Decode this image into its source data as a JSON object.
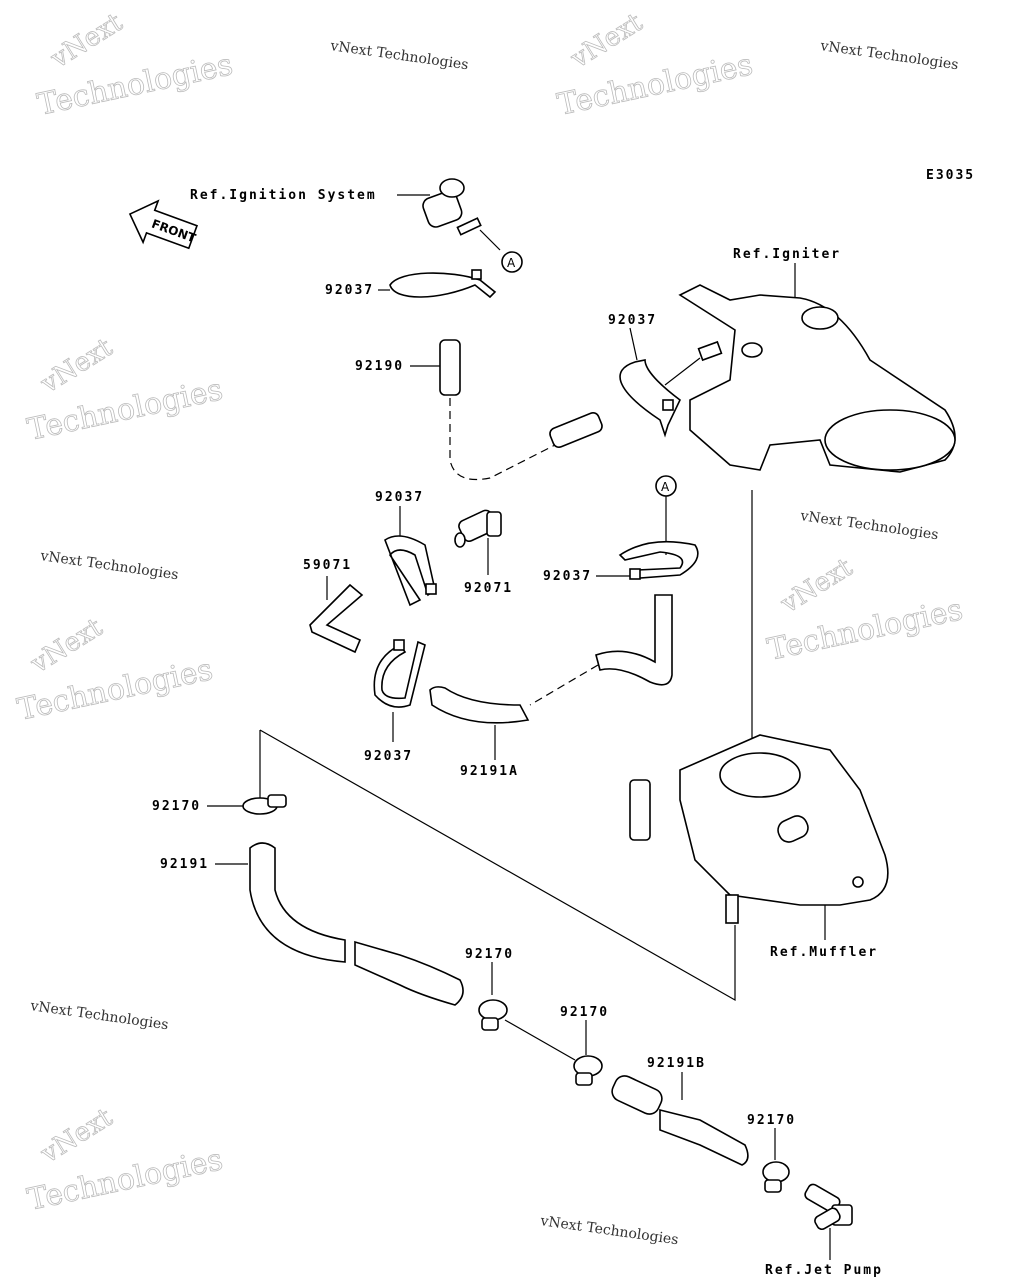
{
  "diagram_code": "E3035",
  "front_label": "FRONT",
  "callout_marker": "A",
  "labels": {
    "ref_ignition": "Ref.Ignition System",
    "ref_igniter": "Ref.Igniter",
    "ref_muffler": "Ref.Muffler",
    "ref_jet_pump": "Ref.Jet Pump",
    "p92037_a": "92037",
    "p92190": "92190",
    "p92037_b": "92037",
    "p92037_c": "92037",
    "p59071": "59071",
    "p92071": "92071",
    "p92037_d": "92037",
    "p92037_e": "92037",
    "p92191A": "92191A",
    "p92170_a": "92170",
    "p92191": "92191",
    "p92170_b": "92170",
    "p92170_c": "92170",
    "p92191B": "92191B",
    "p92170_d": "92170"
  },
  "watermark": {
    "line1": "vNext",
    "line2": "Technologies",
    "caption": "vNext Technologies"
  }
}
